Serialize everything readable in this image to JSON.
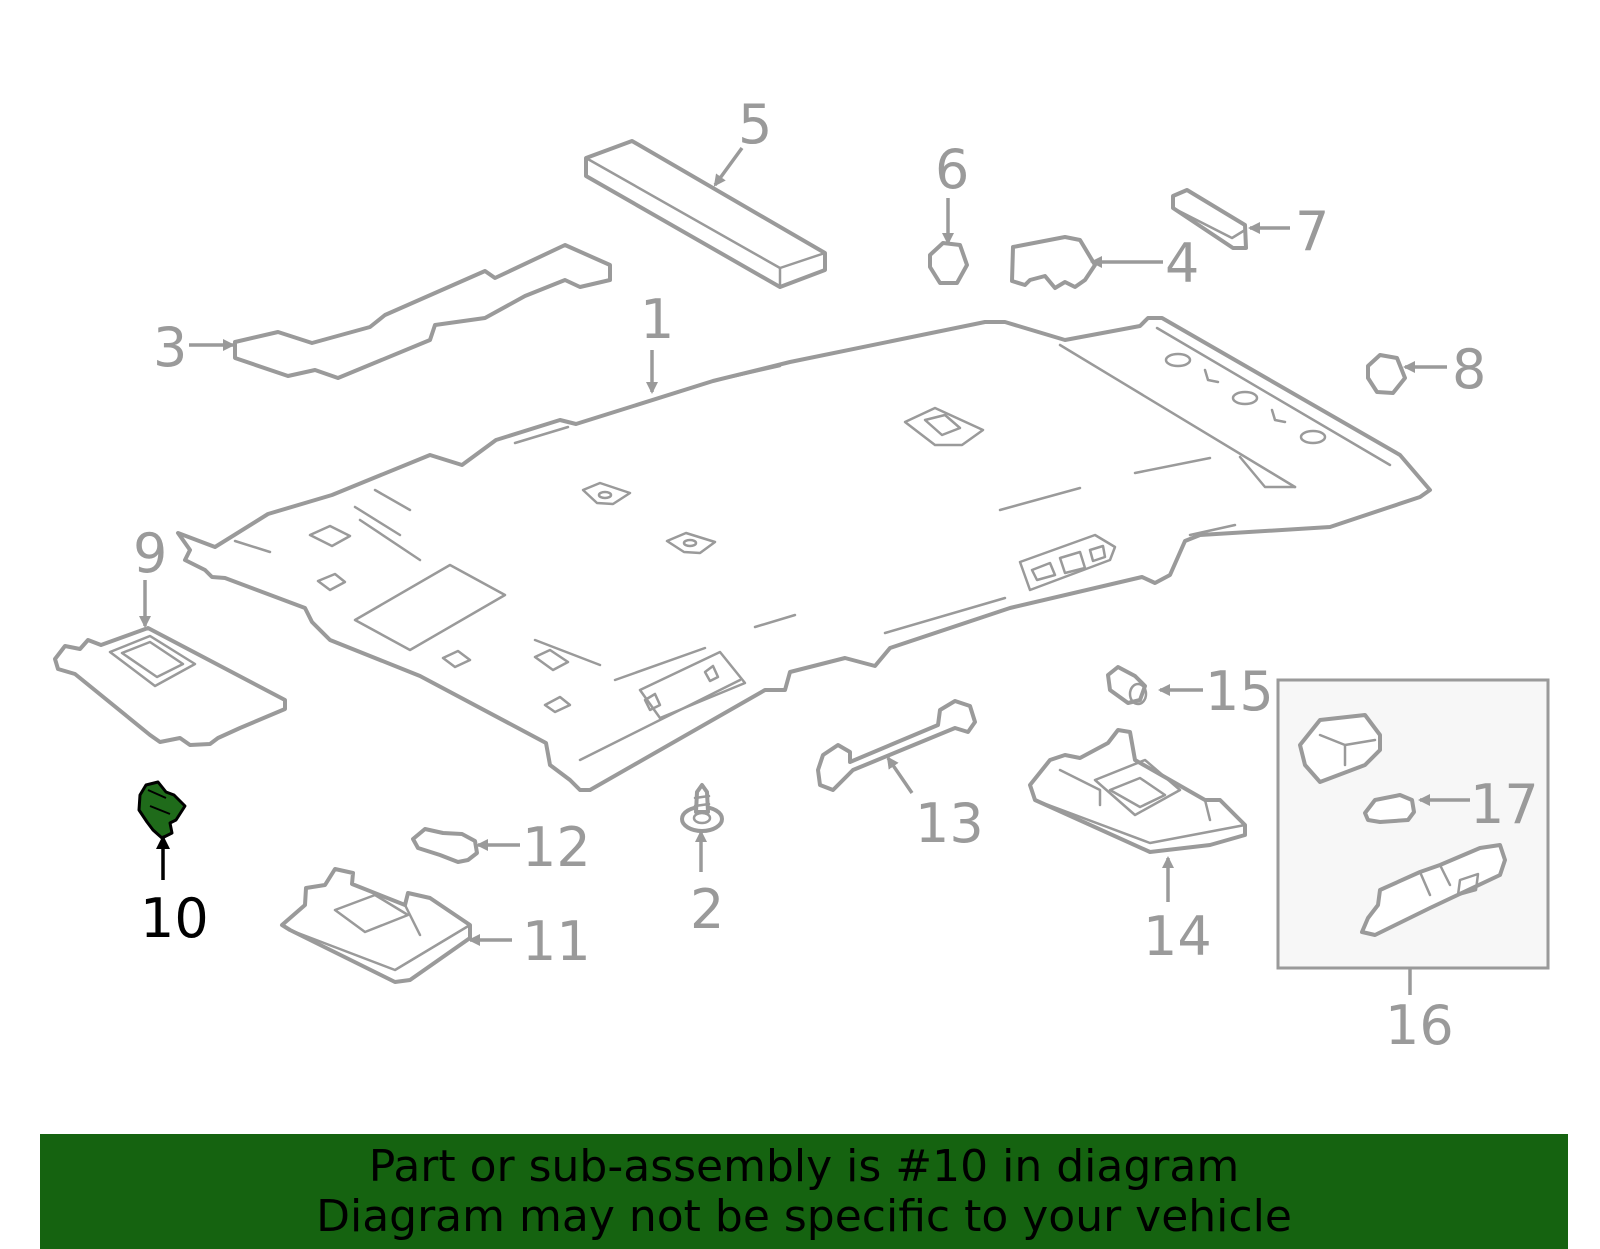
{
  "diagram": {
    "highlighted_part": "10",
    "highlight_color": "#1f6b1a",
    "line_color": "#9a9a9a",
    "callouts": [
      "1",
      "2",
      "3",
      "4",
      "5",
      "6",
      "7",
      "8",
      "9",
      "10",
      "11",
      "12",
      "13",
      "14",
      "15",
      "16",
      "17"
    ]
  },
  "banner": {
    "background": "#156310",
    "line1": "Part or sub-assembly is #10 in diagram",
    "line2": "Diagram may not be specific to your vehicle"
  }
}
